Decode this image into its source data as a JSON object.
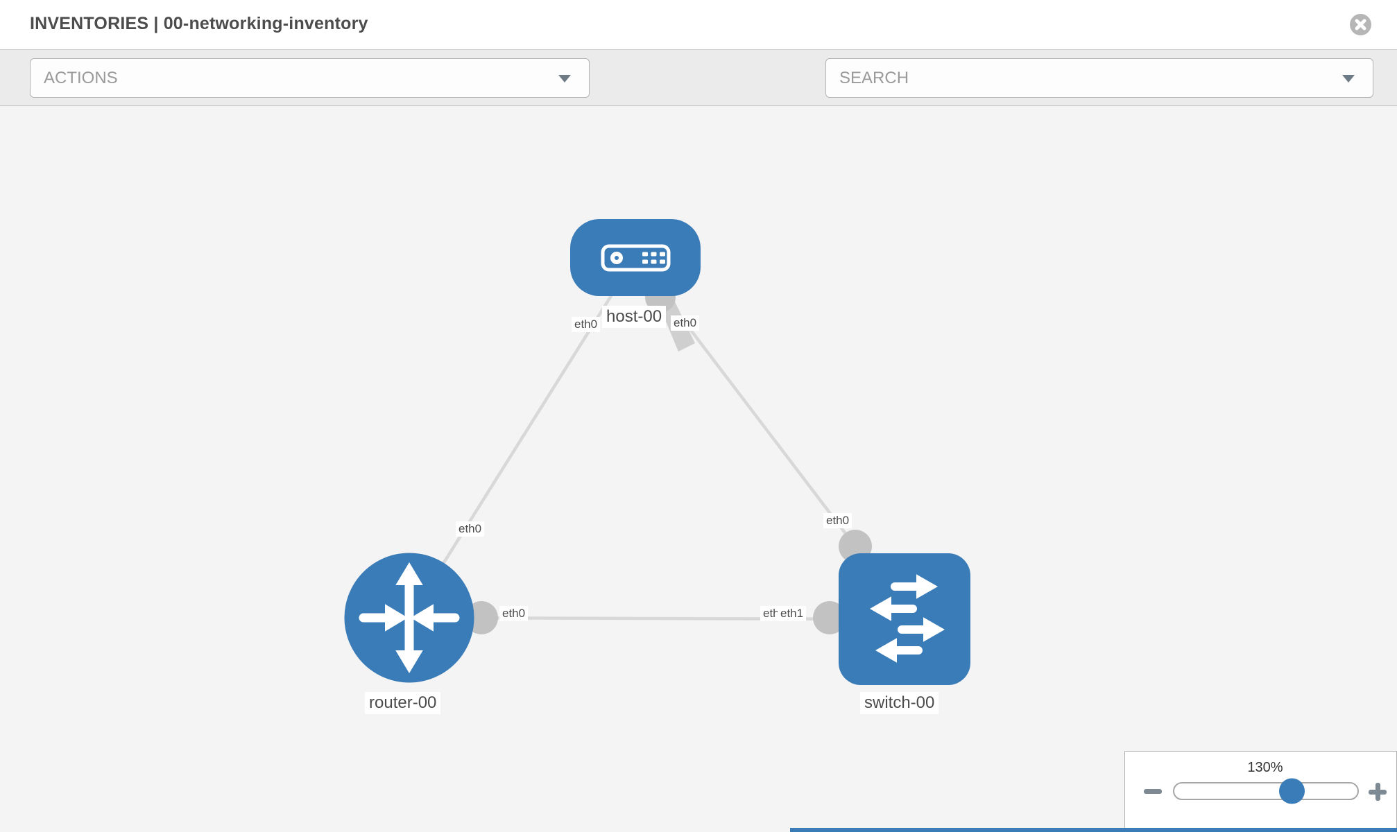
{
  "header": {
    "title": "INVENTORIES | 00-networking-inventory"
  },
  "toolbar": {
    "actions_dropdown": {
      "label": "ACTIONS"
    },
    "search_dropdown": {
      "label": "SEARCH"
    },
    "icon_buttons": [
      "wrench-icon",
      "key-icon"
    ]
  },
  "canvas": {
    "nodes": [
      {
        "label": "host-00",
        "type": "host"
      },
      {
        "label": "router-00",
        "type": "router"
      },
      {
        "label": "switch-00",
        "type": "switch"
      }
    ],
    "links": [
      {
        "from": "host-00",
        "to": "router-00",
        "from_interface": "eth0",
        "to_interface": "eth0"
      },
      {
        "from": "host-00",
        "to": "switch-00",
        "from_interface": "eth0",
        "to_interface": "eth0"
      },
      {
        "from": "router-00",
        "to": "switch-00",
        "from_interface": "eth0",
        "to_interface": "eth1",
        "to_interface_overlapped": "eth0"
      }
    ]
  },
  "zoom_control": {
    "level": "130%",
    "percent": 64
  },
  "colors": {
    "node_blue": "#3a7cb8",
    "canvas_bg": "#f4f4f4",
    "toolbar_bg": "#ebebeb",
    "link_gray": "#d8d8d8",
    "interface_gray": "#c2c2c2"
  }
}
